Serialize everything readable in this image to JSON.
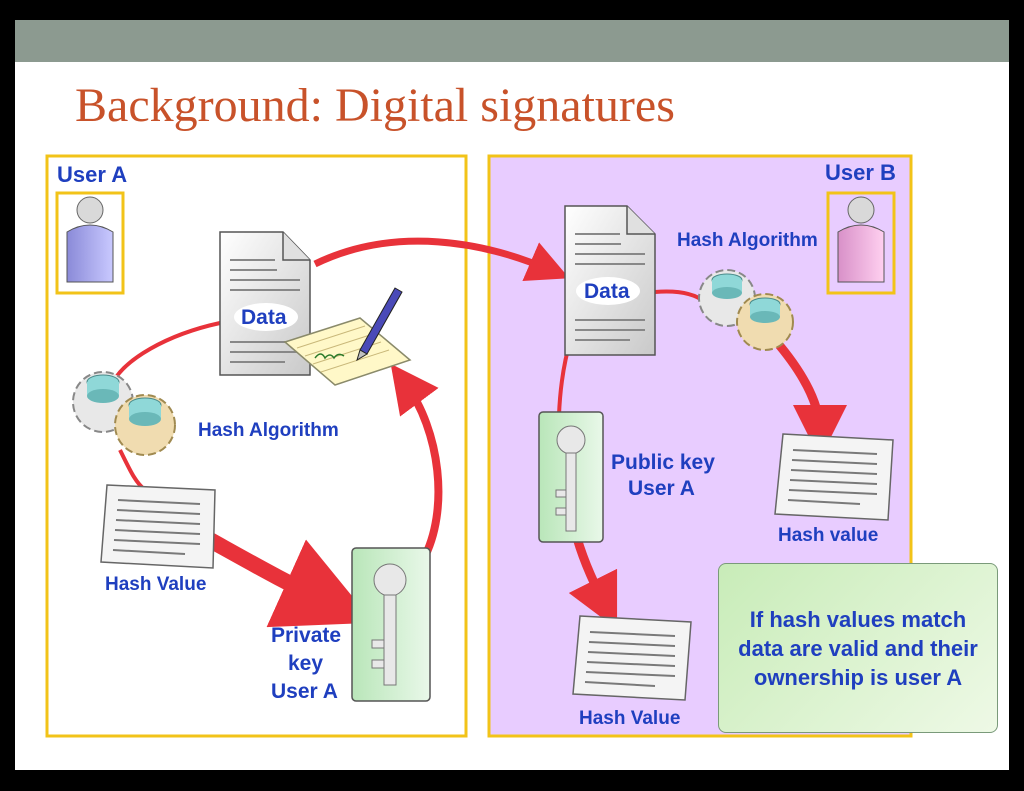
{
  "slide": {
    "title": "Background: Digital signatures"
  },
  "user_a_panel": {
    "title": "User A",
    "data_label": "Data",
    "hash_algorithm_label": "Hash Algorithm",
    "hash_value_label": "Hash Value",
    "private_key_label_lines": [
      "Private",
      "key",
      "User A"
    ]
  },
  "user_b_panel": {
    "title": "User B",
    "data_label": "Data",
    "hash_algorithm_label": "Hash Algorithm",
    "hash_value_label_right": "Hash value",
    "hash_value_label_bottom": "Hash Value",
    "public_key_label_lines": [
      "Public key",
      "User A"
    ]
  },
  "note": {
    "text": "If hash values match data are valid and their ownership is user A"
  },
  "colors": {
    "title": "#c8522a",
    "label": "#1f3fbf",
    "arrow": "#e8323a",
    "panel_border": "#f2c318",
    "panel_b_fill": "#e8ccff",
    "top_bar": "#8c9a90"
  }
}
